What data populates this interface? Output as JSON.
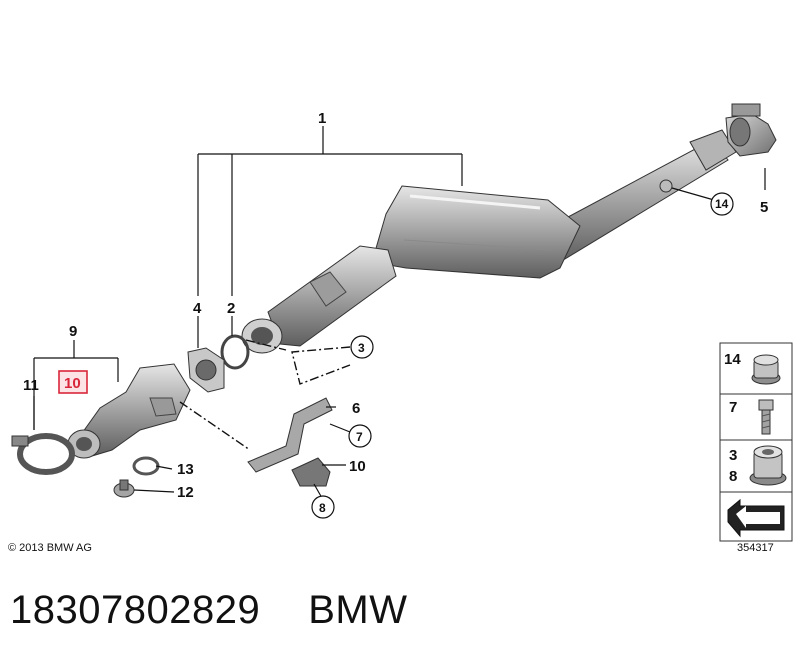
{
  "callouts": {
    "c1": "1",
    "c2": "2",
    "c3": "3",
    "c4": "4",
    "c5": "5",
    "c6": "6",
    "c7": "7",
    "c8": "8",
    "c9": "9",
    "c10_highlight": "10",
    "c10": "10",
    "c11": "11",
    "c12": "12",
    "c13": "13",
    "c14": "14"
  },
  "hardware_panel": {
    "nut_label": "14",
    "bolt_label": "7",
    "flange_nut_label_top": "3",
    "flange_nut_label_bottom": "8"
  },
  "highlight_color": "#d9263a",
  "copyright": "© 2013 BMW AG",
  "drawing_number": "354317",
  "footer": {
    "part_number": "18307802829",
    "brand": "BMW"
  }
}
